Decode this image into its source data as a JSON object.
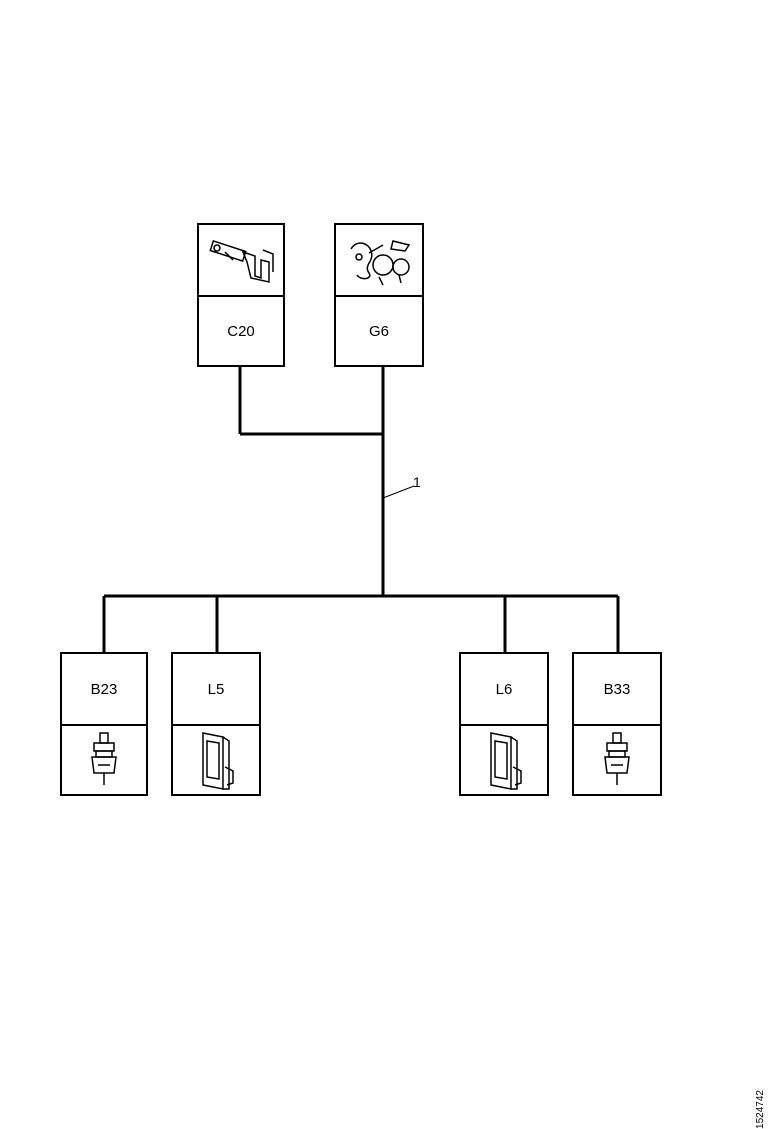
{
  "components": {
    "c20": {
      "label": "C20",
      "icon": "bracket-component-icon"
    },
    "g6": {
      "label": "G6",
      "icon": "generator-component-icon"
    },
    "b23": {
      "label": "B23",
      "icon": "sensor-component-icon"
    },
    "l5": {
      "label": "L5",
      "icon": "module-component-icon"
    },
    "l6": {
      "label": "L6",
      "icon": "module-component-icon"
    },
    "b33": {
      "label": "B33",
      "icon": "sensor-component-icon"
    }
  },
  "callout": {
    "label": "1"
  },
  "doc_id": "1524742"
}
